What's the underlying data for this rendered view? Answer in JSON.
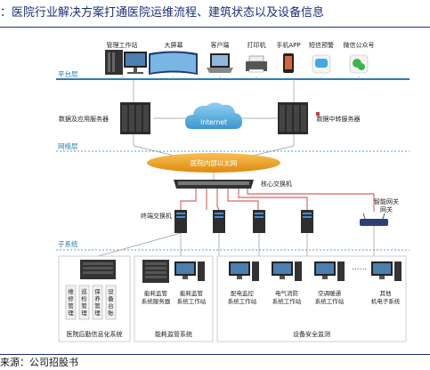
{
  "title": "：医院行业解决方案打通医院运维流程、建筑状态以及设备信息",
  "source": "来源：公司招股书",
  "layers": {
    "platform": "平台层",
    "network": "网络层",
    "subsystem": "子系统"
  },
  "terminals": [
    "管理工作站",
    "大屏幕",
    "客户端",
    "打印机",
    "手机APP",
    "短信预警",
    "微信公众号"
  ],
  "servers": {
    "data_app": "数据及应用服务器",
    "data_relay": "数据中转服务器",
    "internet": "Internet",
    "lan": "医院内部以太网",
    "core_switch": "核心交换机",
    "terminal_switch": "终端交换机",
    "smart_gateway": "智能网关"
  },
  "hospital_logistics": {
    "items": [
      "维修管理",
      "巡检管理",
      "保养管理",
      "设备台账"
    ],
    "name": "医院后勤信息化系统"
  },
  "energy": {
    "items": [
      "能耗监管系统服务器",
      "能耗监管系统工作站"
    ],
    "name": "能耗监管系统"
  },
  "safety": {
    "items": [
      "配电监控系统工作站",
      "电气消防系统工作站",
      "空调暖通系统工作站",
      "其他机电子系统"
    ],
    "name": "设备安全监测"
  },
  "colors": {
    "layer_band": "#2a7db5",
    "accent_title": "#1a2f7a",
    "lan_orange": "#f0a020",
    "cloud": "#5aa9dc",
    "link_red": "#d23c3c"
  }
}
